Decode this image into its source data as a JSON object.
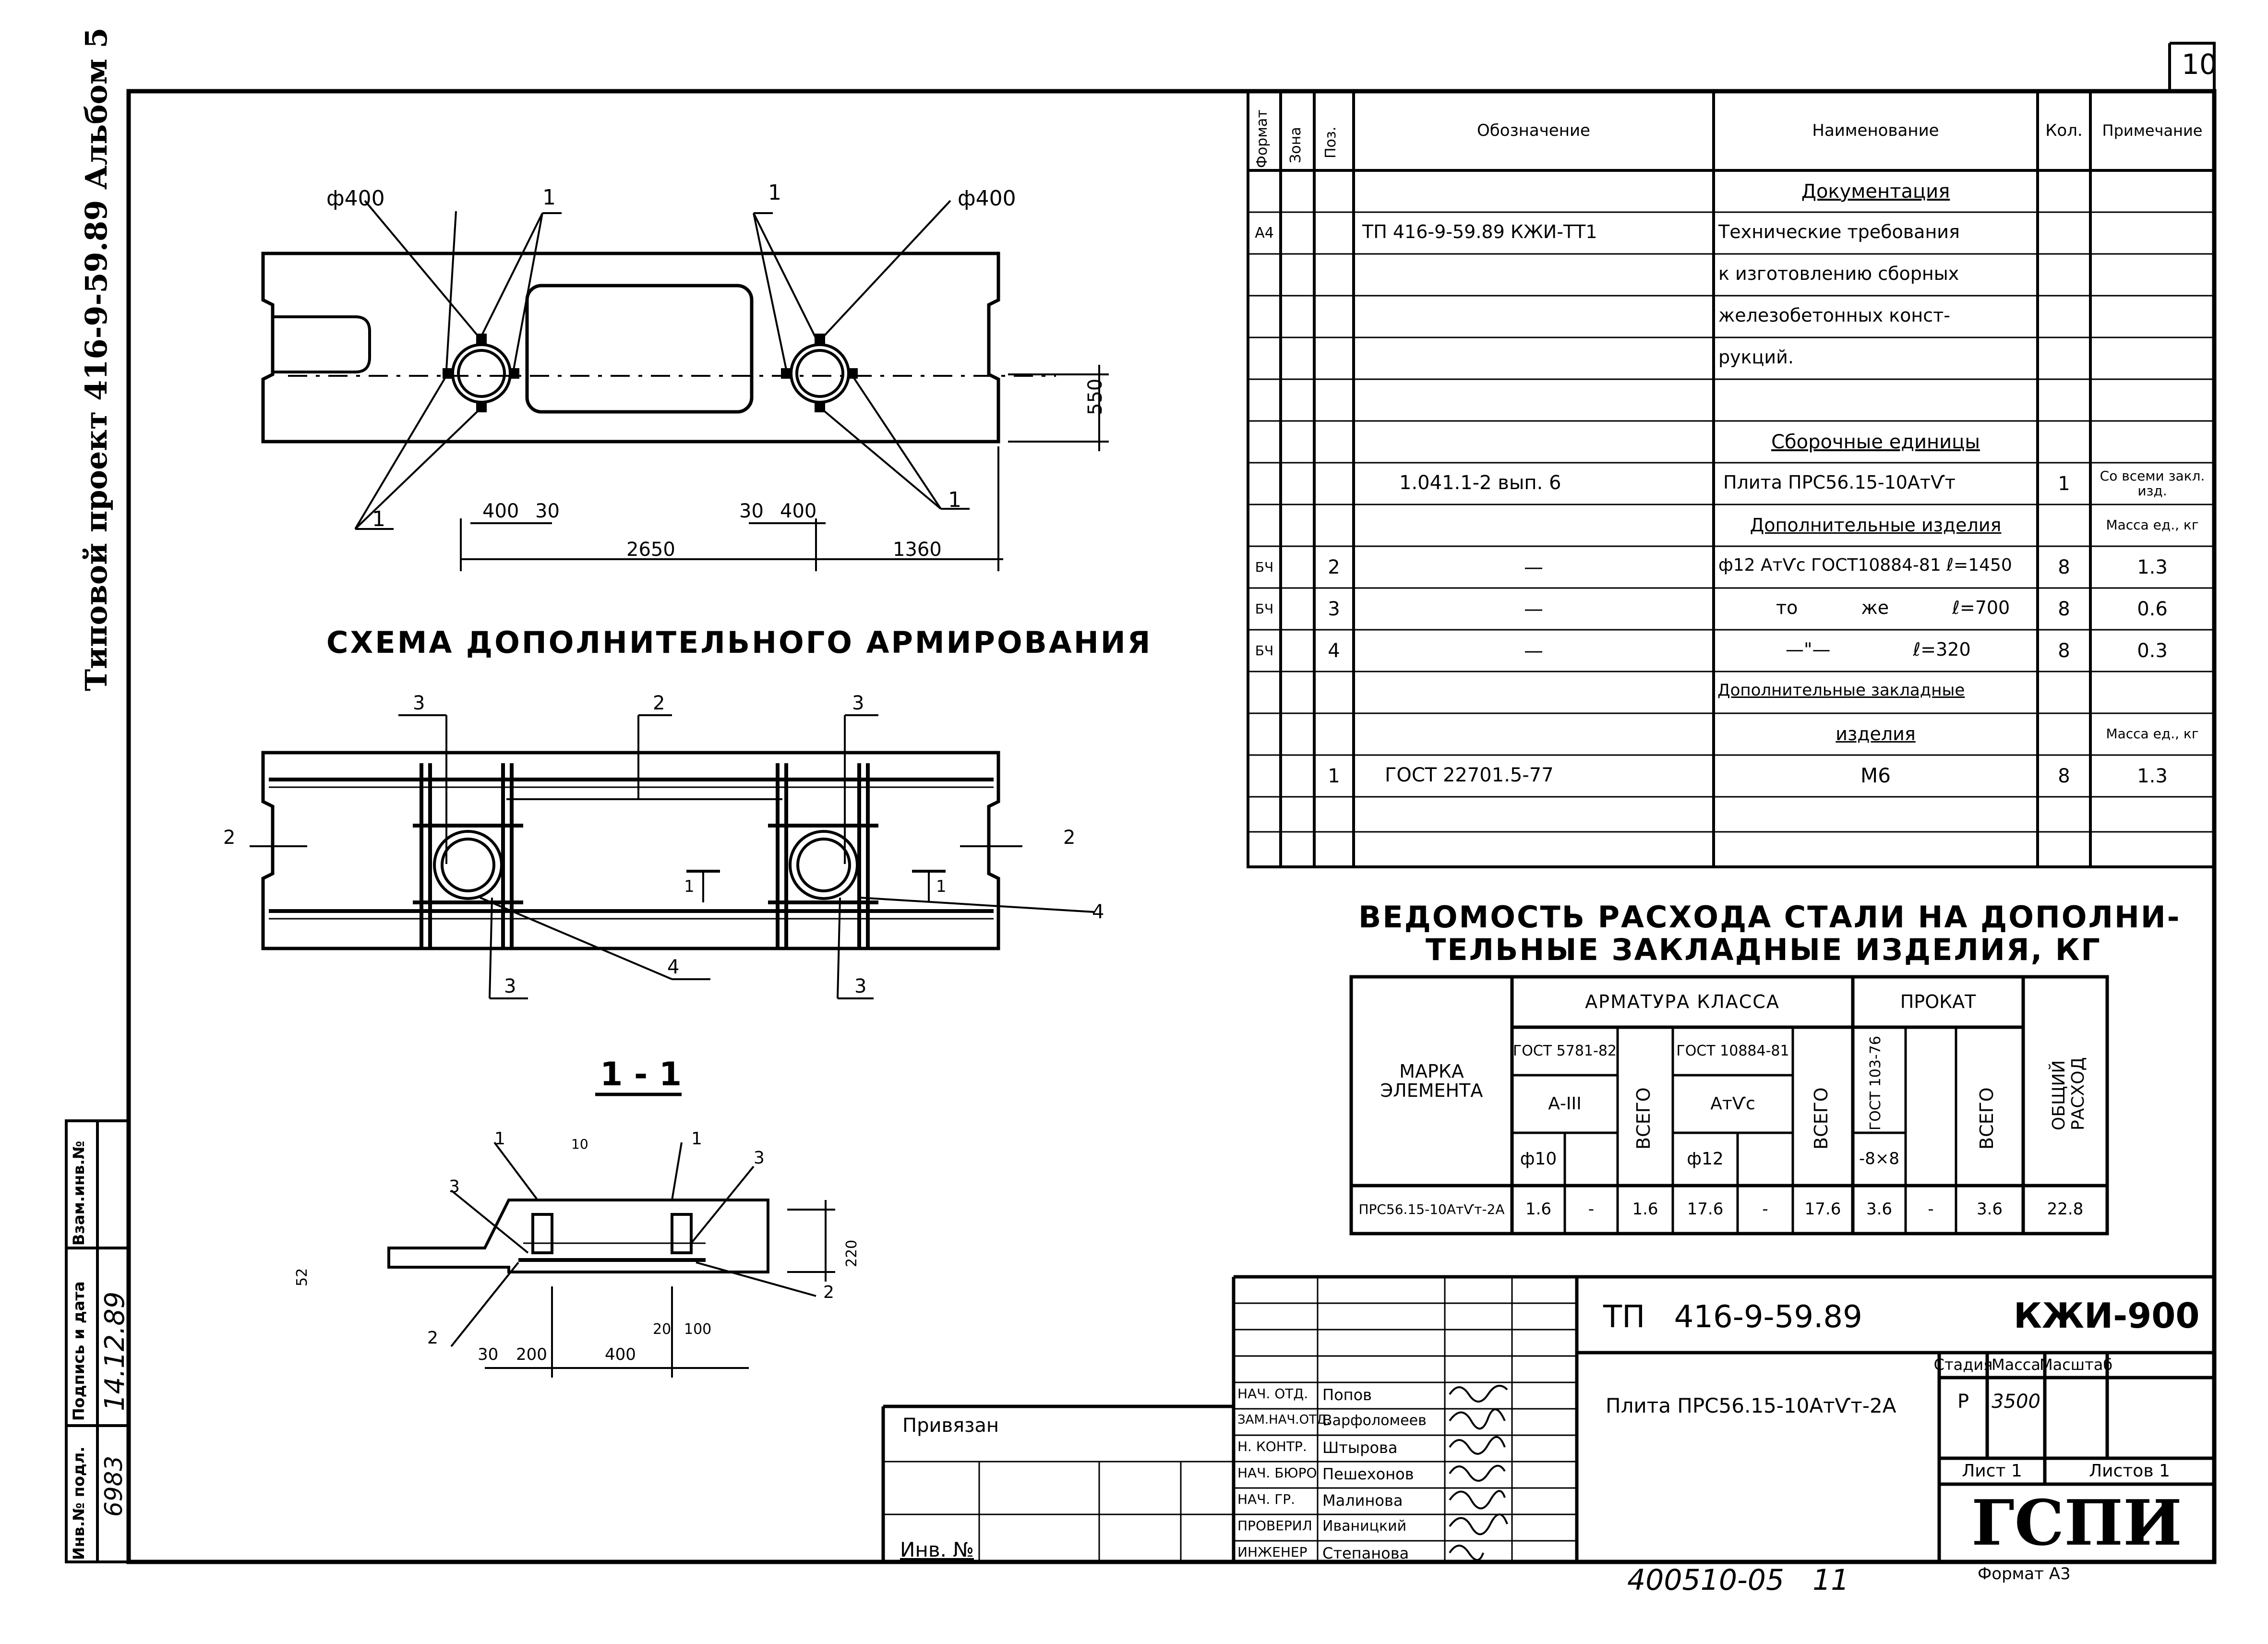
{
  "page": {
    "sheet_number": "10"
  },
  "side": {
    "album_label": "Типовой проект 416-9-59.89 Альбом 5",
    "stamp_headers": [
      "Инв.№ подл.",
      "Подпись и дата",
      "Взам.инв.№"
    ],
    "stamp_values": [
      "6983",
      "14.12.89",
      ""
    ]
  },
  "plan": {
    "caption": "СХЕМА ДОПОЛНИТЕЛЬНОГО АРМИРОВАНИЯ",
    "dia_left": "ф400",
    "dia_right": "ф400",
    "callout": "1",
    "dim_550": "550",
    "dim_400a": "400",
    "dim_30a": "30",
    "dim_30b": "30",
    "dim_400b": "400",
    "dim_2650": "2650",
    "dim_1360": "1360"
  },
  "rebar": {
    "pos2": "2",
    "pos3": "3",
    "pos4": "4",
    "section_mark": "1"
  },
  "section": {
    "title": "1 - 1",
    "l1": "1",
    "l3": "3",
    "l2": "2",
    "d10": "10",
    "d52": "52",
    "d220": "220",
    "d30": "30",
    "d200": "200",
    "d400": "400",
    "d20": "20",
    "d100": "100"
  },
  "spec": {
    "headers": [
      "Формат",
      "Зона",
      "Поз.",
      "Обозначение",
      "Наименование",
      "Кол.",
      "Примечание"
    ],
    "rows": [
      {
        "fmt": "",
        "zone": "",
        "pos": "",
        "code": "",
        "name": "Документация",
        "qty": "",
        "note": ""
      },
      {
        "fmt": "А4",
        "zone": "",
        "pos": "",
        "code": "ТП 416-9-59.89 КЖИ-ТТ1",
        "name": "Технические требования",
        "qty": "",
        "note": ""
      },
      {
        "fmt": "",
        "zone": "",
        "pos": "",
        "code": "",
        "name": "к изготовлению сборных",
        "qty": "",
        "note": ""
      },
      {
        "fmt": "",
        "zone": "",
        "pos": "",
        "code": "",
        "name": "железобетонных конст-",
        "qty": "",
        "note": ""
      },
      {
        "fmt": "",
        "zone": "",
        "pos": "",
        "code": "",
        "name": "рукций.",
        "qty": "",
        "note": ""
      },
      {
        "fmt": "",
        "zone": "",
        "pos": "",
        "code": "",
        "name": "",
        "qty": "",
        "note": ""
      },
      {
        "fmt": "",
        "zone": "",
        "pos": "",
        "code": "",
        "name": "Сборочные единицы",
        "qty": "",
        "note": ""
      },
      {
        "fmt": "",
        "zone": "",
        "pos": "",
        "code": "1.041.1-2 вып. 6",
        "name": "Плита ПРС56.15-10АтѴт",
        "qty": "1",
        "note": "Со всеми закл. изд."
      },
      {
        "fmt": "",
        "zone": "",
        "pos": "",
        "code": "",
        "name": "Дополнительные изделия",
        "qty": "",
        "note": "Масса ед., кг"
      },
      {
        "fmt": "БЧ",
        "zone": "",
        "pos": "2",
        "code": "—",
        "name": "ф12 АтѴс ГОСТ10884-81 ℓ=1450",
        "qty": "8",
        "note": "1.3"
      },
      {
        "fmt": "БЧ",
        "zone": "",
        "pos": "3",
        "code": "—",
        "name": "то же ℓ=700",
        "qty": "8",
        "note": "0.6"
      },
      {
        "fmt": "БЧ",
        "zone": "",
        "pos": "4",
        "code": "—",
        "name": "—\"— ℓ=320",
        "qty": "8",
        "note": "0.3"
      },
      {
        "fmt": "",
        "zone": "",
        "pos": "",
        "code": "",
        "name": "Дополнительные закладные",
        "qty": "",
        "note": ""
      },
      {
        "fmt": "",
        "zone": "",
        "pos": "",
        "code": "",
        "name": "изделия",
        "qty": "",
        "note": "Масса ед., кг"
      },
      {
        "fmt": "",
        "zone": "",
        "pos": "1",
        "code": "ГОСТ 22701.5-77",
        "name": "М6",
        "qty": "8",
        "note": "1.3"
      },
      {
        "fmt": "",
        "zone": "",
        "pos": "",
        "code": "",
        "name": "",
        "qty": "",
        "note": ""
      },
      {
        "fmt": "",
        "zone": "",
        "pos": "",
        "code": "",
        "name": "",
        "qty": "",
        "note": ""
      }
    ]
  },
  "steel": {
    "title_line1": "ВЕДОМОСТЬ РАСХОДА СТАЛИ НА ДОПОЛНИ-",
    "title_line2": "ТЕЛЬНЫЕ ЗАКЛАДНЫЕ ИЗДЕЛИЯ, КГ",
    "mark_header": "МАРКА ЭЛЕМЕНТА",
    "armatura_header": "АРМАТУРА КЛАССА",
    "prokat_header": "ПРОКАТ",
    "gost1": "ГОСТ 5781-82",
    "class1": "А-III",
    "dia1": "ф10",
    "gost2": "ГОСТ 10884-81",
    "class2": "АтѴс",
    "dia2": "ф12",
    "gost3": "ГОСТ 103-76",
    "dia3": "-8×8",
    "vsego": "ВСЕГО",
    "obshiy": "ОБЩИЙ РАСХОД",
    "row": [
      "ПРС56.15-10АтѴт-2А",
      "1.6",
      "-",
      "1.6",
      "17.6",
      "-",
      "17.6",
      "3.6",
      "-",
      "3.6",
      "22.8"
    ]
  },
  "title_block": {
    "project_code": "ТП 416-9-59.89",
    "doc_code": "КЖИ-900",
    "object_name": "Плита ПРС56.15-10АтѴт-2А",
    "stage_label": "Стадия",
    "mass_label": "Масса",
    "scale_label": "Масштаб",
    "stage": "Р",
    "mass": "3500",
    "sheet_label": "Лист 1",
    "sheets_label": "Листов 1",
    "org": "ГСПИ",
    "privyazan": "Привязан",
    "inv": "Инв. №",
    "roles": [
      "НАЧ. ОТД.",
      "ЗАМ.НАЧ.ОТД.",
      "Н. КОНТР.",
      "НАЧ. БЮРО",
      "НАЧ. ГР.",
      "ПРОВЕРИЛ",
      "ИНЖЕНЕР"
    ],
    "names": [
      "Попов",
      "Варфоломеев",
      "Штырова",
      "Пешехонов",
      "Малинова",
      "Иваницкий",
      "Степанова"
    ],
    "bottom_code": "400510-05 11",
    "format": "Формат А3"
  }
}
